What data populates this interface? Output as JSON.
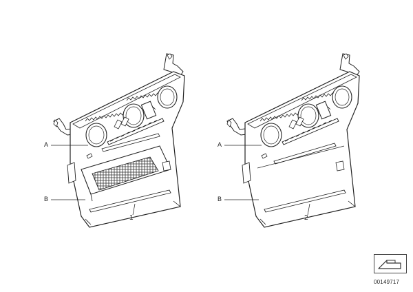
{
  "callouts": {
    "part1": {
      "label_a": "A",
      "label_b": "B",
      "number": "1"
    },
    "part2": {
      "label_a": "A",
      "label_b": "B",
      "number": "2"
    }
  },
  "reference_id": "00149717",
  "icons": {
    "navigation": "arrow-icon"
  }
}
